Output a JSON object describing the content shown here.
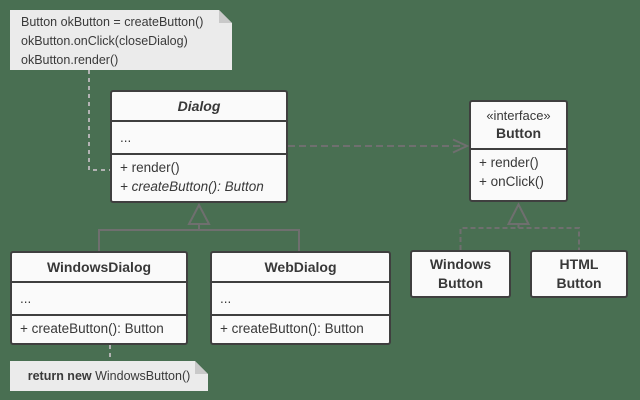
{
  "diagram": "Factory Method pattern UML class diagram",
  "colors": {
    "background": "#496f52",
    "box_fill": "#fafafa",
    "box_border": "#3f3f3f",
    "text": "#383838",
    "note_fill": "#ebebeb",
    "note_fold": "#c9c9c9",
    "connector": "#6f6f6f",
    "note_connector": "#b3b3b3"
  },
  "notes": {
    "top": {
      "lines": [
        "Button okButton = createButton()",
        "okButton.onClick(closeDialog)",
        "okButton.render()"
      ]
    },
    "bottom": {
      "bold_part": "return new",
      "normal_part": " WindowsButton()"
    }
  },
  "classes": {
    "dialog": {
      "title": "Dialog",
      "attrs": "...",
      "methods": [
        "+ render()",
        "+ createButton(): Button"
      ]
    },
    "button_interface": {
      "stereotype": "«interface»",
      "title": "Button",
      "methods": [
        "+ render()",
        "+ onClick()"
      ]
    },
    "windows_dialog": {
      "title": "WindowsDialog",
      "attrs": "...",
      "methods": [
        "+ createButton(): Button"
      ]
    },
    "web_dialog": {
      "title": "WebDialog",
      "attrs": "...",
      "methods": [
        "+ createButton(): Button"
      ]
    },
    "windows_button": {
      "title_lines": [
        "Windows",
        "Button"
      ]
    },
    "html_button": {
      "title_lines": [
        "HTML",
        "Button"
      ]
    }
  },
  "relationships": [
    {
      "type": "inheritance",
      "from": "WindowsDialog",
      "to": "Dialog"
    },
    {
      "type": "inheritance",
      "from": "WebDialog",
      "to": "Dialog"
    },
    {
      "type": "realization",
      "from": "WindowsButton",
      "to": "Button"
    },
    {
      "type": "realization",
      "from": "HTMLButton",
      "to": "Button"
    },
    {
      "type": "dependency",
      "from": "Dialog",
      "to": "Button"
    },
    {
      "type": "note-anchor",
      "from": "note-top",
      "to": "Dialog"
    },
    {
      "type": "note-anchor",
      "from": "note-bottom",
      "to": "WindowsDialog"
    }
  ]
}
